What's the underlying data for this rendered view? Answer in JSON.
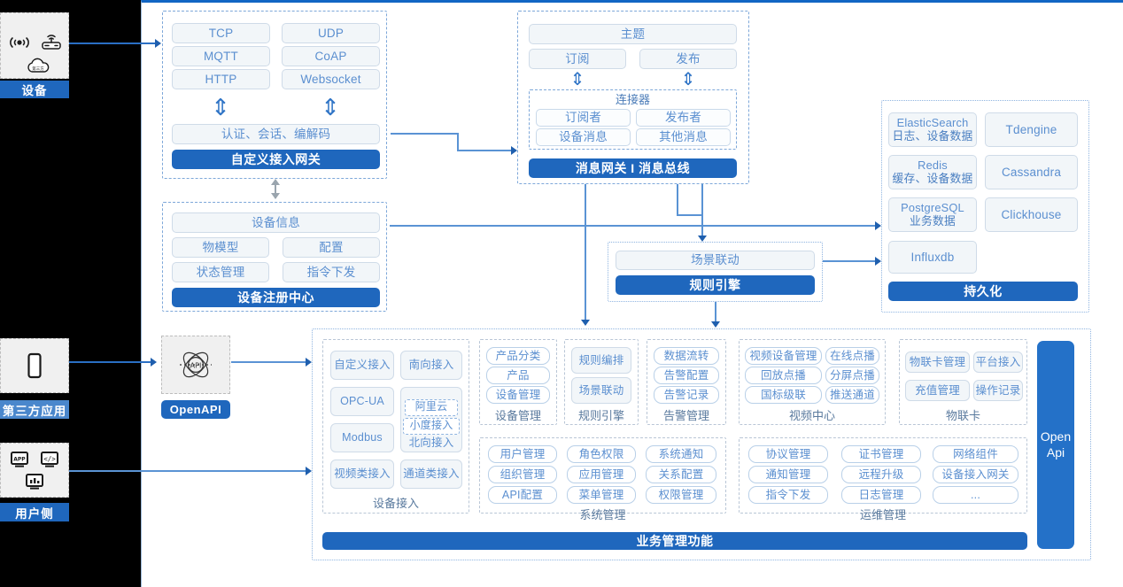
{
  "left_rail": {
    "device": {
      "label": "设备",
      "icons": [
        "signal-waves-icon",
        "router-icon",
        "cloud-icon"
      ]
    },
    "third_party": {
      "label": "第三方应用",
      "icons": [
        "mobile-phone-icon"
      ]
    },
    "user_side": {
      "label": "用户侧",
      "icons": [
        "app-monitor-icon",
        "code-monitor-icon",
        "chart-monitor-icon"
      ]
    }
  },
  "openapi_node": {
    "label": "OpenAPI",
    "icon": "api-atom-icon"
  },
  "gateway": {
    "protocols": [
      "TCP",
      "UDP",
      "MQTT",
      "CoAP",
      "HTTP",
      "Websocket"
    ],
    "middle": "认证、会话、编解码",
    "title": "自定义接入网关"
  },
  "message_bus": {
    "topic": "主题",
    "subscribe": "订阅",
    "publish": "发布",
    "connector_label": "连接器",
    "connector_items": [
      "订阅者",
      "发布者",
      "设备消息",
      "其他消息"
    ],
    "title": "消息网关 I 消息总线"
  },
  "device_registry": {
    "info": "设备信息",
    "items": [
      "物模型",
      "配置",
      "状态管理",
      "指令下发"
    ],
    "title": "设备注册中心"
  },
  "rule_engine": {
    "item": "场景联动",
    "title": "规则引擎"
  },
  "persistence": {
    "stores": [
      {
        "name": "ElasticSearch",
        "sub": "日志、设备数据"
      },
      {
        "name": "Tdengine",
        "sub": ""
      },
      {
        "name": "Redis",
        "sub": "缓存、设备数据"
      },
      {
        "name": "Cassandra",
        "sub": ""
      },
      {
        "name": "PostgreSQL",
        "sub": "业务数据"
      },
      {
        "name": "Clickhouse",
        "sub": ""
      },
      {
        "name": "Influxdb",
        "sub": ""
      }
    ],
    "title": "持久化"
  },
  "business": {
    "banner": "业务管理功能",
    "open_api_vertical": "Open\nApi",
    "device_access": {
      "label": "设备接入",
      "items": [
        "自定义接入",
        "南向接入",
        "OPC-UA",
        "Modbus",
        "视频类接入",
        "通道类接入"
      ],
      "northbound": {
        "label": "北向接入",
        "items": [
          "阿里云",
          "小度接入"
        ]
      }
    },
    "device_management": {
      "label": "设备管理",
      "items": [
        "产品分类",
        "产品",
        "设备管理"
      ]
    },
    "rule_engine": {
      "label": "规则引擎",
      "items": [
        "规则编排",
        "场景联动"
      ]
    },
    "alarm_management": {
      "label": "告警管理",
      "items": [
        "数据流转",
        "告警配置",
        "告警记录"
      ]
    },
    "video_center": {
      "label": "视频中心",
      "items": [
        "视频设备管理",
        "在线点播",
        "回放点播",
        "分屏点播",
        "国标级联",
        "推送通道"
      ]
    },
    "iot_card": {
      "label": "物联卡",
      "items": [
        "物联卡管理",
        "平台接入",
        "充值管理",
        "操作记录"
      ]
    },
    "system_management": {
      "label": "系统管理",
      "items": [
        "用户管理",
        "角色权限",
        "系统通知",
        "组织管理",
        "应用管理",
        "关系配置",
        "API配置",
        "菜单管理",
        "权限管理"
      ]
    },
    "ops_management": {
      "label": "运维管理",
      "items": [
        "协议管理",
        "证书管理",
        "网络组件",
        "通知管理",
        "远程升级",
        "设备接入网关",
        "指令下发",
        "日志管理",
        "..."
      ]
    }
  },
  "colors": {
    "brand_blue": "#1f67bd",
    "chip_text": "#5b8fd0",
    "chip_bg": "#f2f6f9",
    "dash_border": "#7da7d9",
    "arrow": "#2a6fc4"
  }
}
